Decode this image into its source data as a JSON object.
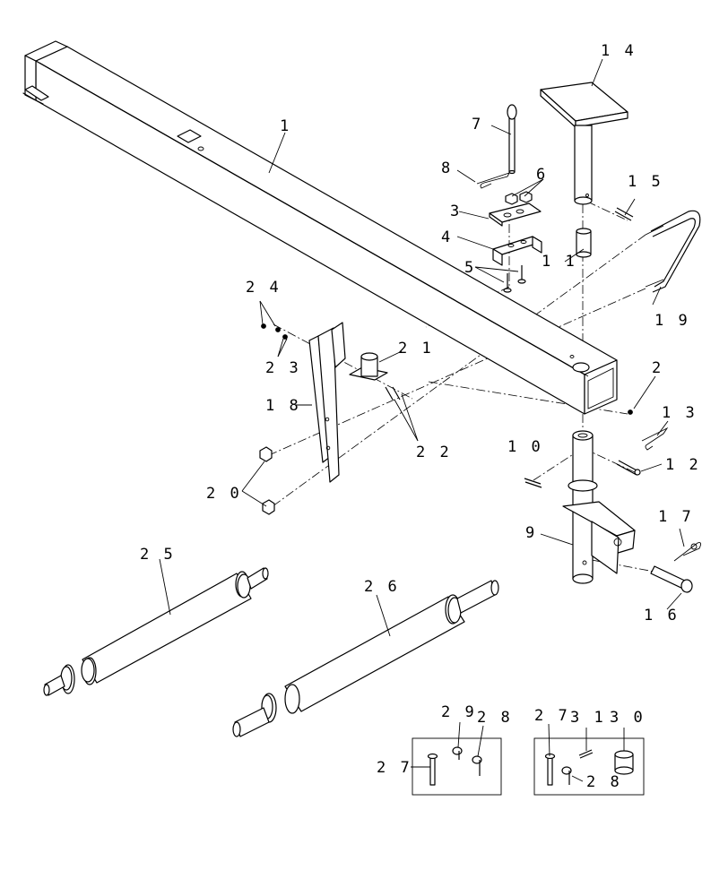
{
  "diagram": {
    "callouts": {
      "c1": "1",
      "c2": "2",
      "c3": "3",
      "c4": "4",
      "c5": "5",
      "c6": "6",
      "c7": "7",
      "c8": "8",
      "c9": "9",
      "c10": "1 0",
      "c11": "1 1",
      "c12": "1 2",
      "c13": "1 3",
      "c14": "1 4",
      "c15": "1 5",
      "c16": "1 6",
      "c17": "1 7",
      "c18": "1 8",
      "c19": "1 9",
      "c20": "2 0",
      "c21": "2 1",
      "c22": "2 2",
      "c23": "2 3",
      "c24": "2 4",
      "c25": "2 5",
      "c26": "2 6",
      "c27a": "2 7",
      "c28a": "2 8",
      "c29": "2 9",
      "c27b": "2 7",
      "c28b": "2 8",
      "c30": "3 0",
      "c31": "3 1"
    }
  }
}
